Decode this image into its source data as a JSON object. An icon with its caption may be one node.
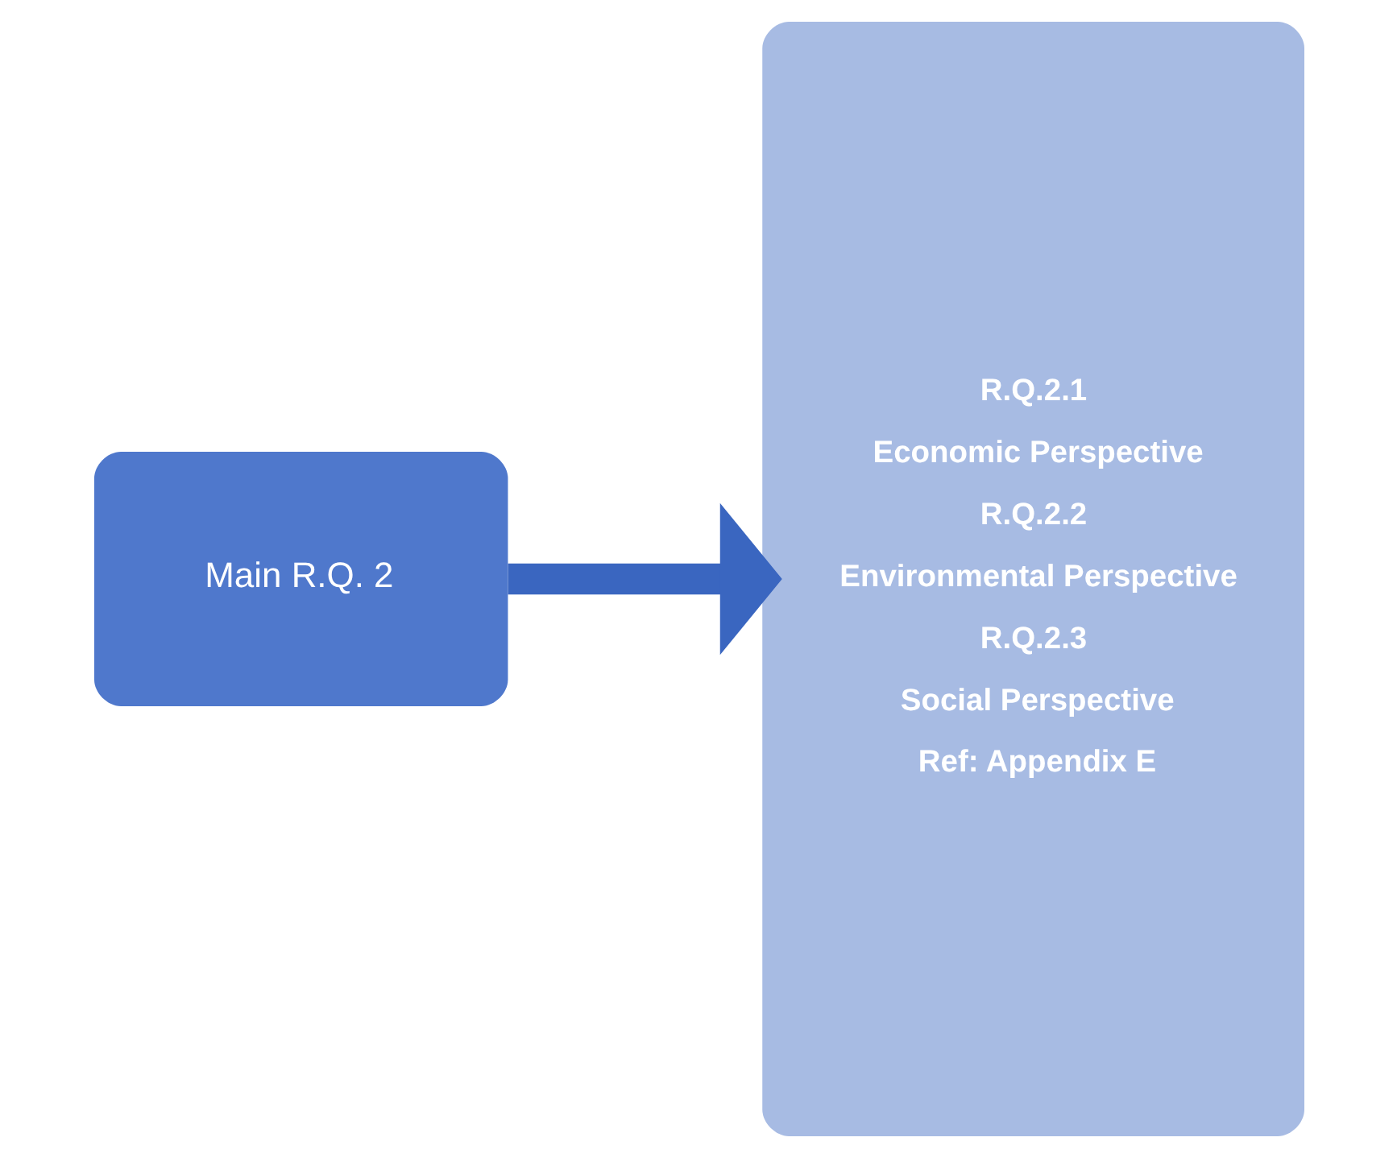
{
  "diagram": {
    "nodes": [
      {
        "text": [
          "Main R.Q. 2"
        ]
      },
      {
        "text": [
          "R.Q.2.1",
          "Economic Perspective",
          "R.Q.2.2",
          "Environmental Perspective",
          "R.Q.2.3",
          "Social Perspective",
          "Ref: Appendix E"
        ]
      }
    ],
    "edges": [
      {
        "from": 0,
        "to": 1,
        "arrow": "to"
      }
    ]
  }
}
